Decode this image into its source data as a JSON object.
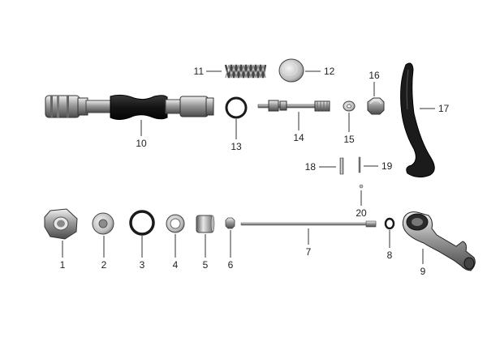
{
  "diagram": {
    "callouts": [
      "1",
      "2",
      "3",
      "4",
      "5",
      "6",
      "7",
      "8",
      "9",
      "10",
      "11",
      "12",
      "13",
      "14",
      "15",
      "16",
      "17",
      "18",
      "19",
      "20"
    ]
  },
  "colors": {
    "background": "#ffffff",
    "metal_light": "#e6e6e6",
    "metal_mid": "#a8a8a8",
    "metal_dark": "#555555",
    "rubber": "#1c1c1c",
    "line": "#333333"
  }
}
